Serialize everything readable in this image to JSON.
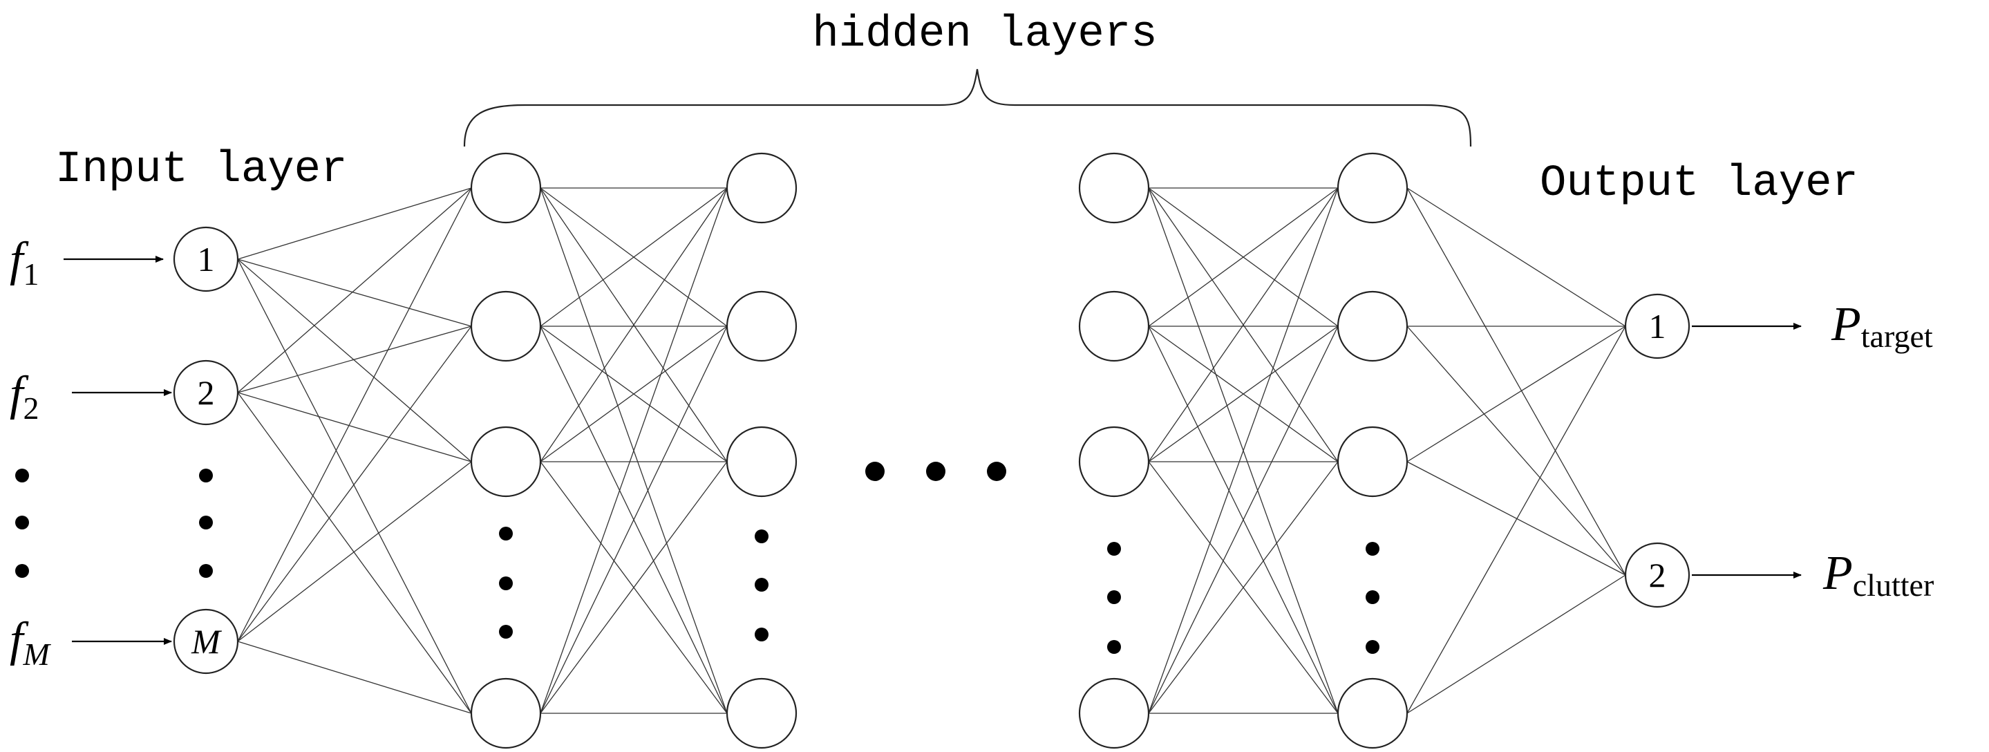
{
  "labels": {
    "hidden_layers": "hidden layers",
    "input_layer": "Input layer",
    "output_layer": "Output layer"
  },
  "input_nodes": [
    "1",
    "2",
    "M"
  ],
  "input_features": [
    {
      "main": "f",
      "sub": "1"
    },
    {
      "main": "f",
      "sub": "2"
    },
    {
      "main": "f",
      "sub": "M"
    }
  ],
  "output_nodes": [
    "1",
    "2"
  ],
  "outputs": [
    {
      "main": "P",
      "sub": "target"
    },
    {
      "main": "P",
      "sub": "clutter"
    }
  ]
}
